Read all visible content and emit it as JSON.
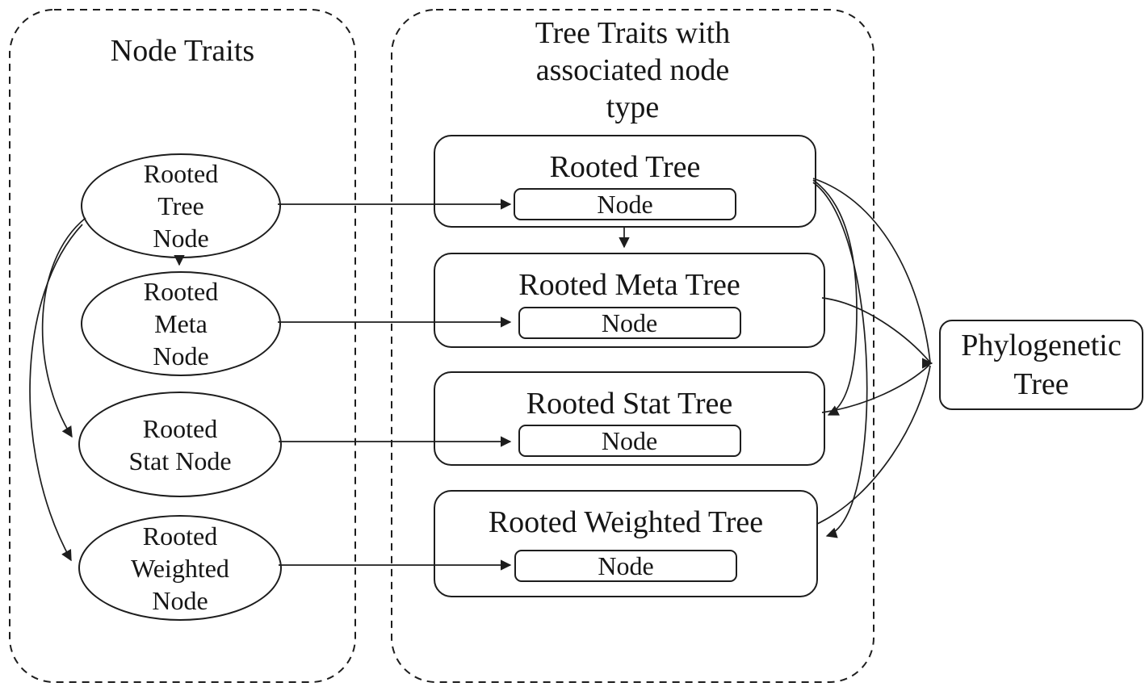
{
  "figure": {
    "background_color": "#ffffff",
    "ink_color": "#1d1d1d"
  },
  "node_traits": {
    "title": "Node Traits",
    "nodes": [
      {
        "id": "rooted-tree-node",
        "label": "Rooted\nTree\nNode"
      },
      {
        "id": "rooted-meta-node",
        "label": "Rooted\nMeta\nNode"
      },
      {
        "id": "rooted-stat-node",
        "label": "Rooted\nStat Node"
      },
      {
        "id": "rooted-weighted-node",
        "label": "Rooted\nWeighted\nNode"
      }
    ]
  },
  "tree_traits": {
    "title": "Tree Traits with\nassociated node\ntype",
    "boxes": [
      {
        "id": "rooted-tree",
        "label": "Rooted Tree",
        "inner": "Node"
      },
      {
        "id": "rooted-meta-tree",
        "label": "Rooted Meta Tree",
        "inner": "Node"
      },
      {
        "id": "rooted-stat-tree",
        "label": "Rooted Stat Tree",
        "inner": "Node"
      },
      {
        "id": "rooted-weighted-tree",
        "label": "Rooted Weighted Tree",
        "inner": "Node"
      }
    ]
  },
  "output_node": {
    "id": "phylogenetic-tree",
    "label": "Phylogenetic\nTree"
  },
  "edges": [
    {
      "from": "rooted-tree-node",
      "to": "rooted-meta-node",
      "style": "straight-arrow"
    },
    {
      "from": "rooted-tree-node",
      "to": "rooted-stat-node",
      "style": "curved-arrow"
    },
    {
      "from": "rooted-tree-node",
      "to": "rooted-weighted-node",
      "style": "curved-arrow"
    },
    {
      "from": "rooted-tree-node",
      "to": "rooted-tree.node",
      "style": "straight-arrow"
    },
    {
      "from": "rooted-meta-node",
      "to": "rooted-meta-tree.node",
      "style": "straight-arrow"
    },
    {
      "from": "rooted-stat-node",
      "to": "rooted-stat-tree.node",
      "style": "straight-arrow"
    },
    {
      "from": "rooted-weighted-node",
      "to": "rooted-weighted-tree.node",
      "style": "straight-arrow"
    },
    {
      "from": "rooted-tree",
      "to": "rooted-meta-tree",
      "style": "straight-arrow"
    },
    {
      "from": "rooted-tree",
      "to": "rooted-stat-tree",
      "style": "curved-arrow"
    },
    {
      "from": "rooted-tree",
      "to": "rooted-weighted-tree",
      "style": "curved-arrow"
    },
    {
      "from": "rooted-tree",
      "to": "phylogenetic-tree",
      "style": "curved-arrow"
    },
    {
      "from": "rooted-meta-tree",
      "to": "phylogenetic-tree",
      "style": "curved-arrow"
    },
    {
      "from": "rooted-stat-tree",
      "to": "phylogenetic-tree",
      "style": "curved-arrow"
    },
    {
      "from": "rooted-weighted-tree",
      "to": "phylogenetic-tree",
      "style": "curved-arrow"
    }
  ]
}
